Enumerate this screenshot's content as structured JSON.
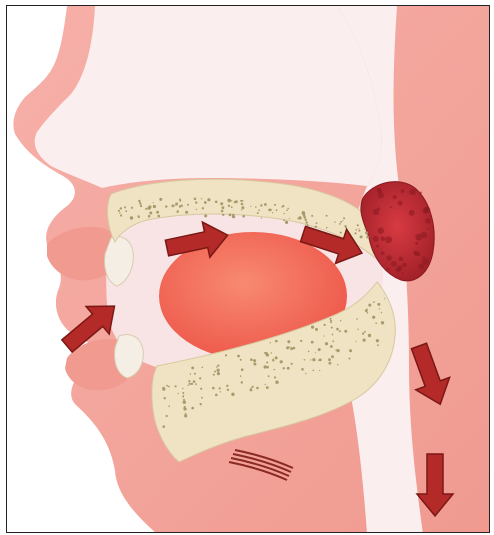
{
  "figure": {
    "subject": "sagittal-head-oral-cavity",
    "colors": {
      "skin": "#f5a8a0",
      "skin_shadow": "#e8867c",
      "cavity": "#f7dede",
      "bone": "#efe3c4",
      "bone_speck": "#a89a6a",
      "tongue": "#f2685a",
      "tongue_highlight": "#f88a72",
      "tonsil": "#c8303a",
      "tonsil_dark": "#8a1820",
      "arrow": "#b42a28",
      "arrow_dark": "#7a1814",
      "muscle": "#8a2a22"
    },
    "arrows": [
      {
        "label": "inflow-lips",
        "direction": "up-right"
      },
      {
        "label": "upper-palate-front",
        "direction": "right"
      },
      {
        "label": "upper-palate-back",
        "direction": "right"
      },
      {
        "label": "pharynx-upper",
        "direction": "down"
      },
      {
        "label": "pharynx-lower",
        "direction": "down"
      }
    ]
  }
}
